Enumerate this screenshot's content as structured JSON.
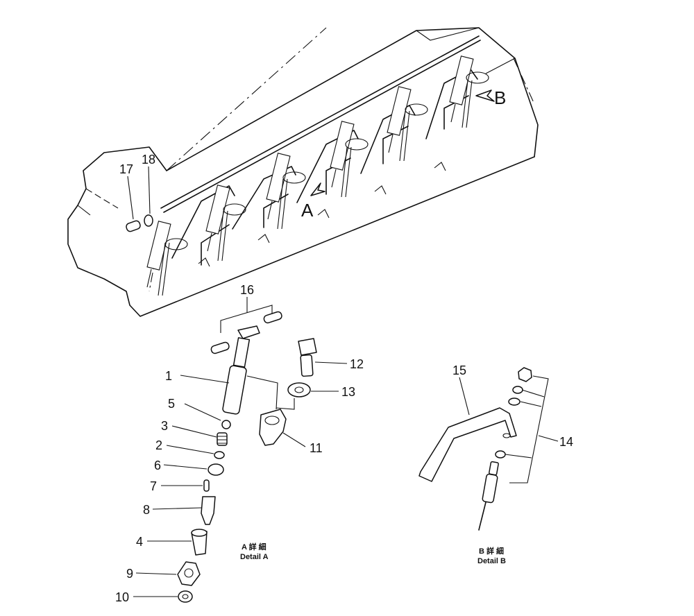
{
  "callouts": {
    "p1": "1",
    "p2": "2",
    "p3": "3",
    "p4": "4",
    "p5": "5",
    "p6": "6",
    "p7": "7",
    "p8": "8",
    "p9": "9",
    "p10": "10",
    "p11": "11",
    "p12": "12",
    "p13": "13",
    "p14": "14",
    "p15": "15",
    "p16": "16",
    "p17": "17",
    "p18": "18"
  },
  "views": {
    "a": "A",
    "b": "B"
  },
  "details": {
    "a_native": "A 詳 細",
    "a_label": "Detail A",
    "b_native": "B 詳 細",
    "b_label": "Detail B"
  }
}
